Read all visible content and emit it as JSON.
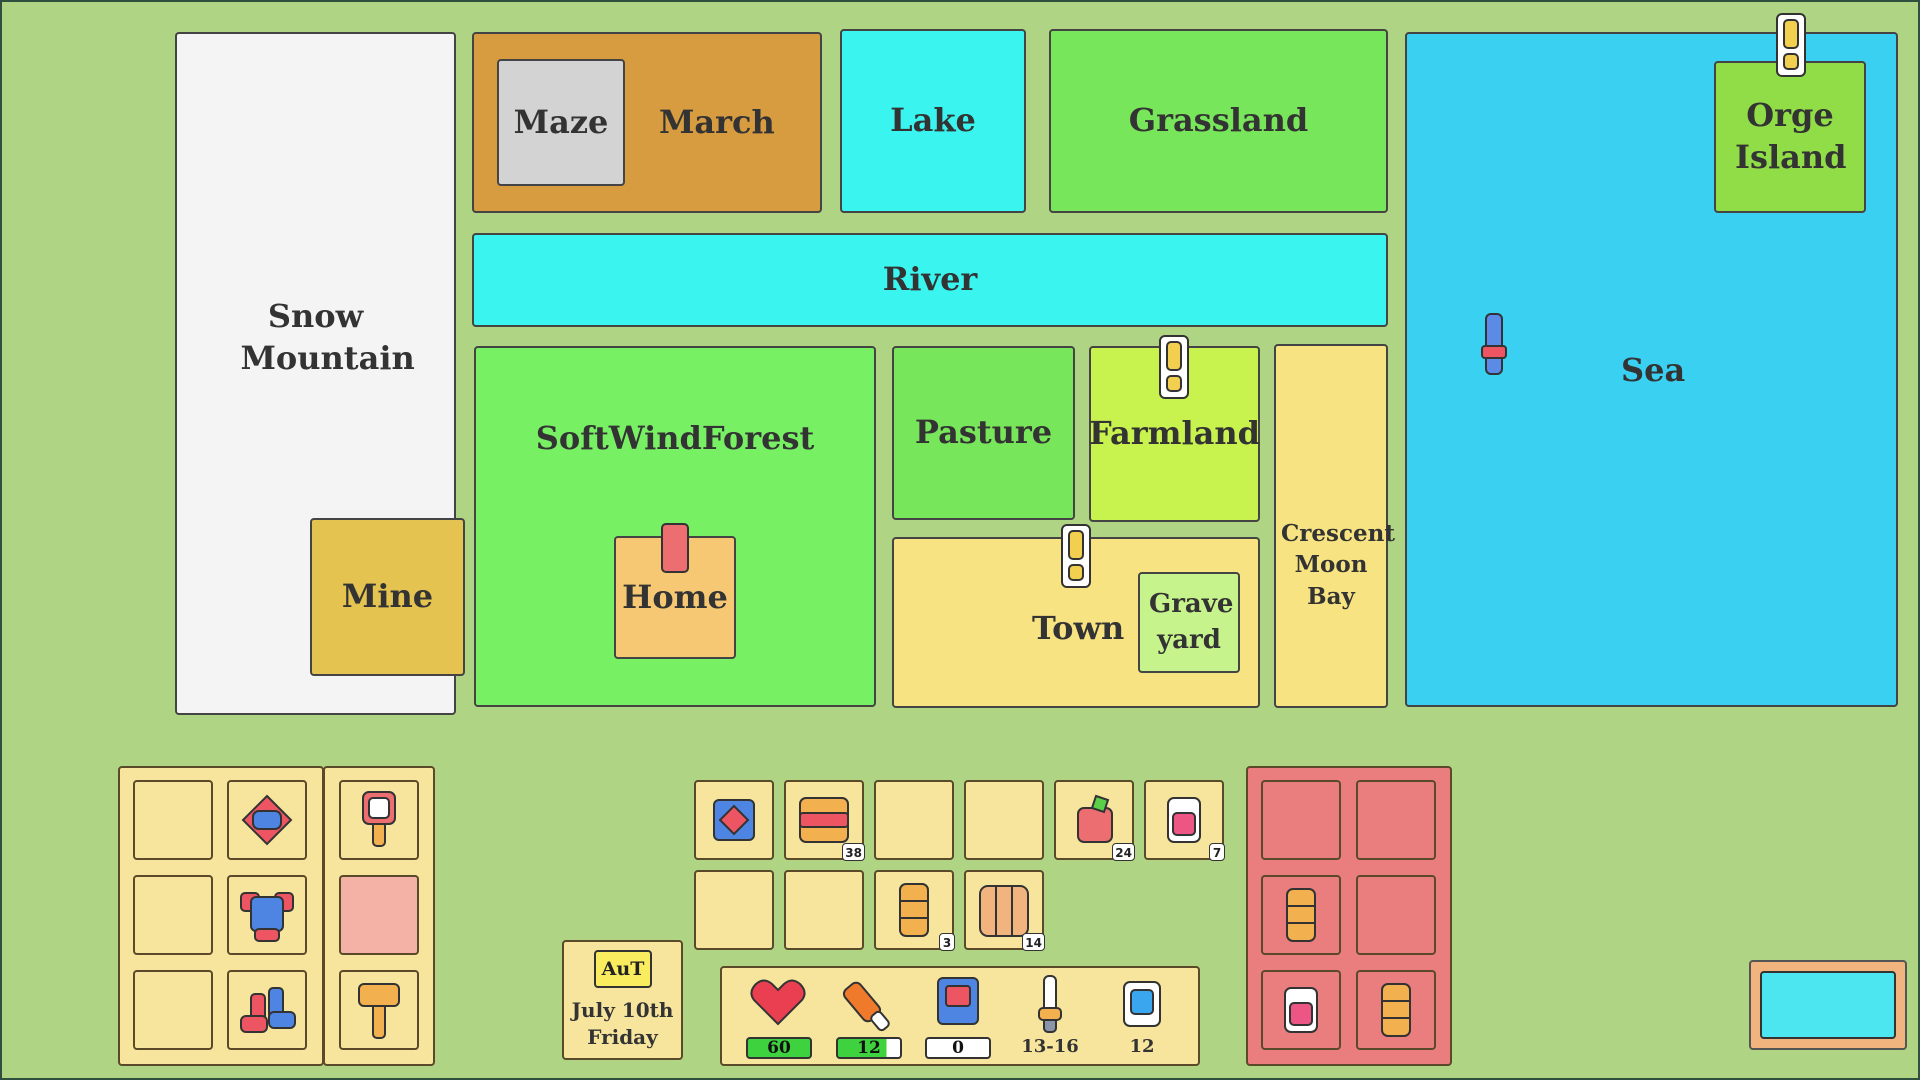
{
  "regions": {
    "snow_mountain": "Snow Mountain",
    "march": "March",
    "maze": "Maze",
    "lake": "Lake",
    "grassland": "Grassland",
    "sea": "Sea",
    "orge_island": "Orge Island",
    "river": "River",
    "softwind_forest": "SoftWindForest",
    "home": "Home",
    "mine": "Mine",
    "pasture": "Pasture",
    "farmland": "Farmland",
    "town": "Town",
    "graveyard": "Grave yard",
    "crescent_moon_bay": "Crescent Moon Bay"
  },
  "calendar": {
    "badge": "AuT",
    "date": "July 10th",
    "weekday": "Friday"
  },
  "inventory": [
    {
      "icon": "gem-icon",
      "count": null
    },
    {
      "icon": "bread-icon",
      "count": "38"
    },
    {
      "icon": null,
      "count": null
    },
    {
      "icon": null,
      "count": null
    },
    {
      "icon": "apple-icon",
      "count": "24"
    },
    {
      "icon": "jam-jar-icon",
      "count": "7"
    },
    {
      "icon": null,
      "count": null
    },
    {
      "icon": null,
      "count": null
    },
    {
      "icon": "honey-jar-icon",
      "count": "3"
    },
    {
      "icon": "wood-log-icon",
      "count": "14"
    }
  ],
  "stats": {
    "health": "60",
    "stamina": "12",
    "gold": "0",
    "temperature": "13-16",
    "water": "12"
  },
  "equipment": {
    "left": [
      null,
      "armor-charm-icon",
      null,
      "chestplate-icon",
      null,
      "boots-icon"
    ],
    "tools": [
      "magnifier-icon",
      null,
      "hammer-icon"
    ]
  },
  "storage": [
    null,
    null,
    "honey-jar-icon",
    null,
    "jam-jar-icon",
    "honey-jar-icon"
  ],
  "colors": {
    "background": "#afd484",
    "slot": "#f7e59d",
    "storage": "#ea7d7d",
    "sea": "#39d0f2",
    "river": "#3af5ef",
    "forest": "#78f064",
    "health": "#ea3f51",
    "bar_green": "#3ed33e"
  }
}
